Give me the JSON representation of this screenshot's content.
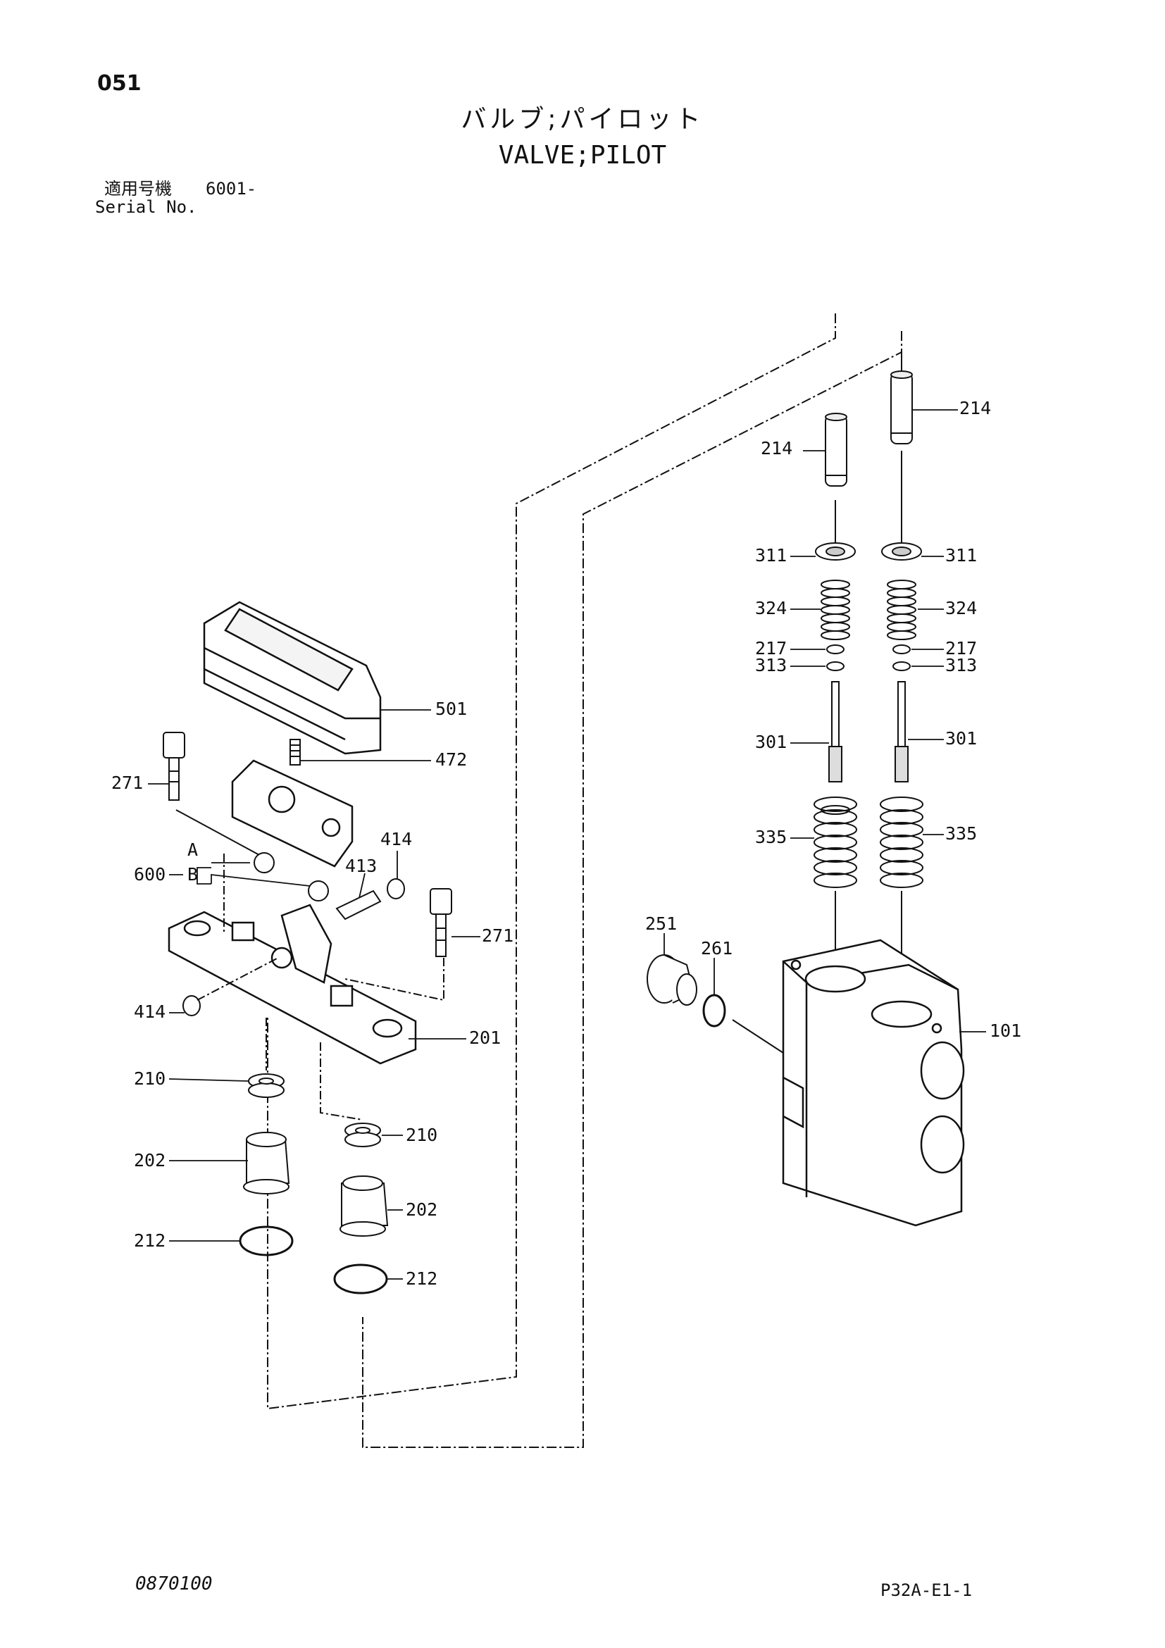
{
  "header": {
    "page_number": "051",
    "title_jp": "バルブ;パイロット",
    "title_en": "VALVE;PILOT",
    "serial_label_jp": "適用号機",
    "serial_value": "6001-",
    "serial_label_en": "Serial No."
  },
  "footer": {
    "document_code": "0870100",
    "plate_code": "P32A-E1-1"
  },
  "callouts": {
    "c214a": "214",
    "c214b": "214",
    "c311a": "311",
    "c311b": "311",
    "c324a": "324",
    "c324b": "324",
    "c217a": "217",
    "c217b": "217",
    "c313a": "313",
    "c313b": "313",
    "c301a": "301",
    "c301b": "301",
    "c335a": "335",
    "c335b": "335",
    "c501": "501",
    "c472": "472",
    "c271a": "271",
    "c271b": "271",
    "c414a": "414",
    "c414b": "414",
    "c413": "413",
    "c600": "600",
    "cA": "A",
    "cB": "B",
    "c251": "251",
    "c261": "261",
    "c101": "101",
    "c201": "201",
    "c210a": "210",
    "c210b": "210",
    "c202a": "202",
    "c202b": "202",
    "c212a": "212",
    "c212b": "212"
  }
}
